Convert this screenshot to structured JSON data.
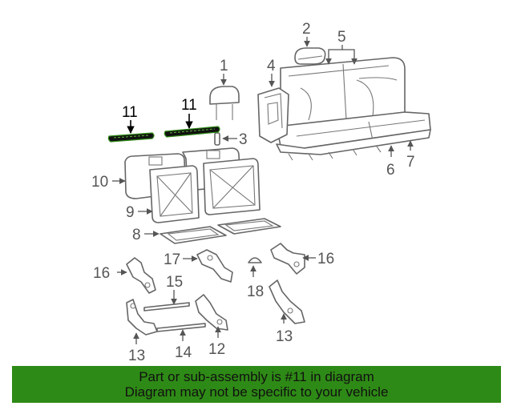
{
  "callouts": {
    "c1": "1",
    "c2": "2",
    "c3": "3",
    "c4": "4",
    "c5": "5",
    "c6": "6",
    "c7": "7",
    "c8": "8",
    "c9": "9",
    "c10": "10",
    "c11a": "11",
    "c11b": "11",
    "c12": "12",
    "c13a": "13",
    "c13b": "13",
    "c14": "14",
    "c15": "15",
    "c16a": "16",
    "c16b": "16",
    "c17": "17",
    "c18": "18"
  },
  "highlight_color": "#2e8a16",
  "footer": {
    "line1": "Part or sub-assembly is #11 in diagram",
    "line2": "Diagram may not be specific to your vehicle"
  }
}
